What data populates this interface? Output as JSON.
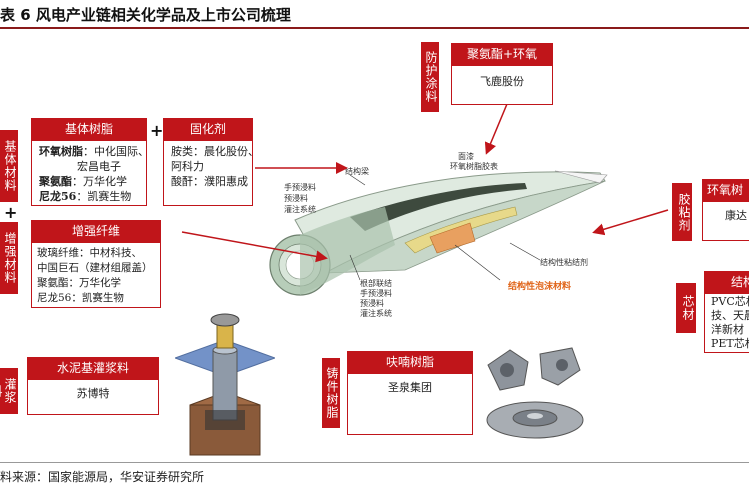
{
  "title": "表 6  风电产业链相关化学品及上市公司梳理",
  "source": "料来源：国家能源局，华安证券研究所",
  "plus_sign": "+",
  "matrix_resin": {
    "side_label": "基体材料",
    "header": "基体树脂",
    "rows": [
      {
        "name": "环氧树脂",
        "sep": "：",
        "value": "中化国际、"
      },
      {
        "name": "",
        "sep": "",
        "value": "宏昌电子"
      },
      {
        "name": "聚氨酯",
        "sep": "：",
        "value": "万华化学"
      },
      {
        "name": "尼龙56",
        "sep": "：",
        "value": "凯赛生物"
      }
    ]
  },
  "curing_agent": {
    "header": "固化剂",
    "lines": [
      "胺类：晨化股份、",
      "阿科力",
      "酸酐：濮阳惠成"
    ]
  },
  "reinforcement": {
    "side_label": "增强材料",
    "header": "增强纤维",
    "lines": [
      "玻璃纤维：中材科技、",
      "中国巨石（建材组履盖）",
      "聚氨酯：万华化学",
      "尼龙56：凯赛生物"
    ]
  },
  "grout": {
    "side_label": "灌浆料",
    "header": "水泥基灌浆料",
    "company": "苏博特"
  },
  "casting_resin": {
    "side_label": "铸件树脂",
    "header": "呋喃树脂",
    "company": "圣泉集团"
  },
  "coating": {
    "side_label": "防护涂料",
    "header": "聚氨酯+环氧",
    "company": "飞鹿股份"
  },
  "adhesive": {
    "side_label": "胶粘剂",
    "header": "环氧树",
    "company": "康达"
  },
  "core": {
    "side_label": "芯材",
    "header": "结构",
    "lines": [
      "PVC芯材",
      "技、天晨",
      "洋新材",
      "PET芯材"
    ]
  },
  "diagram_labels": {
    "spar_cap": "结构梁",
    "coating": "面漆",
    "coating2": "环氧树脂胶表",
    "prepreg": "手预浸料",
    "prepreg2": "预浸料",
    "infusion": "灌注系统",
    "root1": "根部联结",
    "root2": "手预浸料",
    "root3": "预浸料",
    "root4": "灌注系统",
    "adhesive": "结构性粘结剂",
    "foam": "结构性泡沫材料"
  },
  "colors": {
    "accent": "#c0151a",
    "title_rule": "#8a1a1a"
  }
}
